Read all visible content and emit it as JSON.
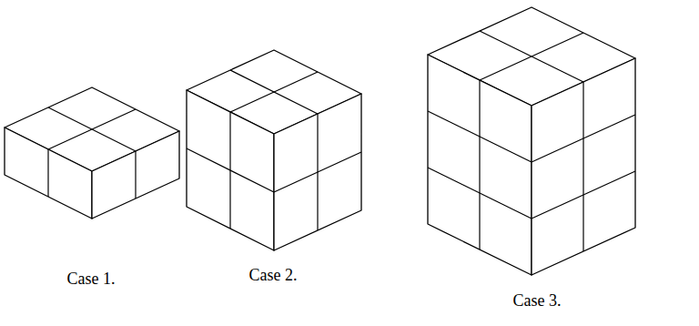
{
  "diagram": {
    "labels": [
      "Case 1.",
      "Case 2.",
      "Case 3."
    ]
  }
}
